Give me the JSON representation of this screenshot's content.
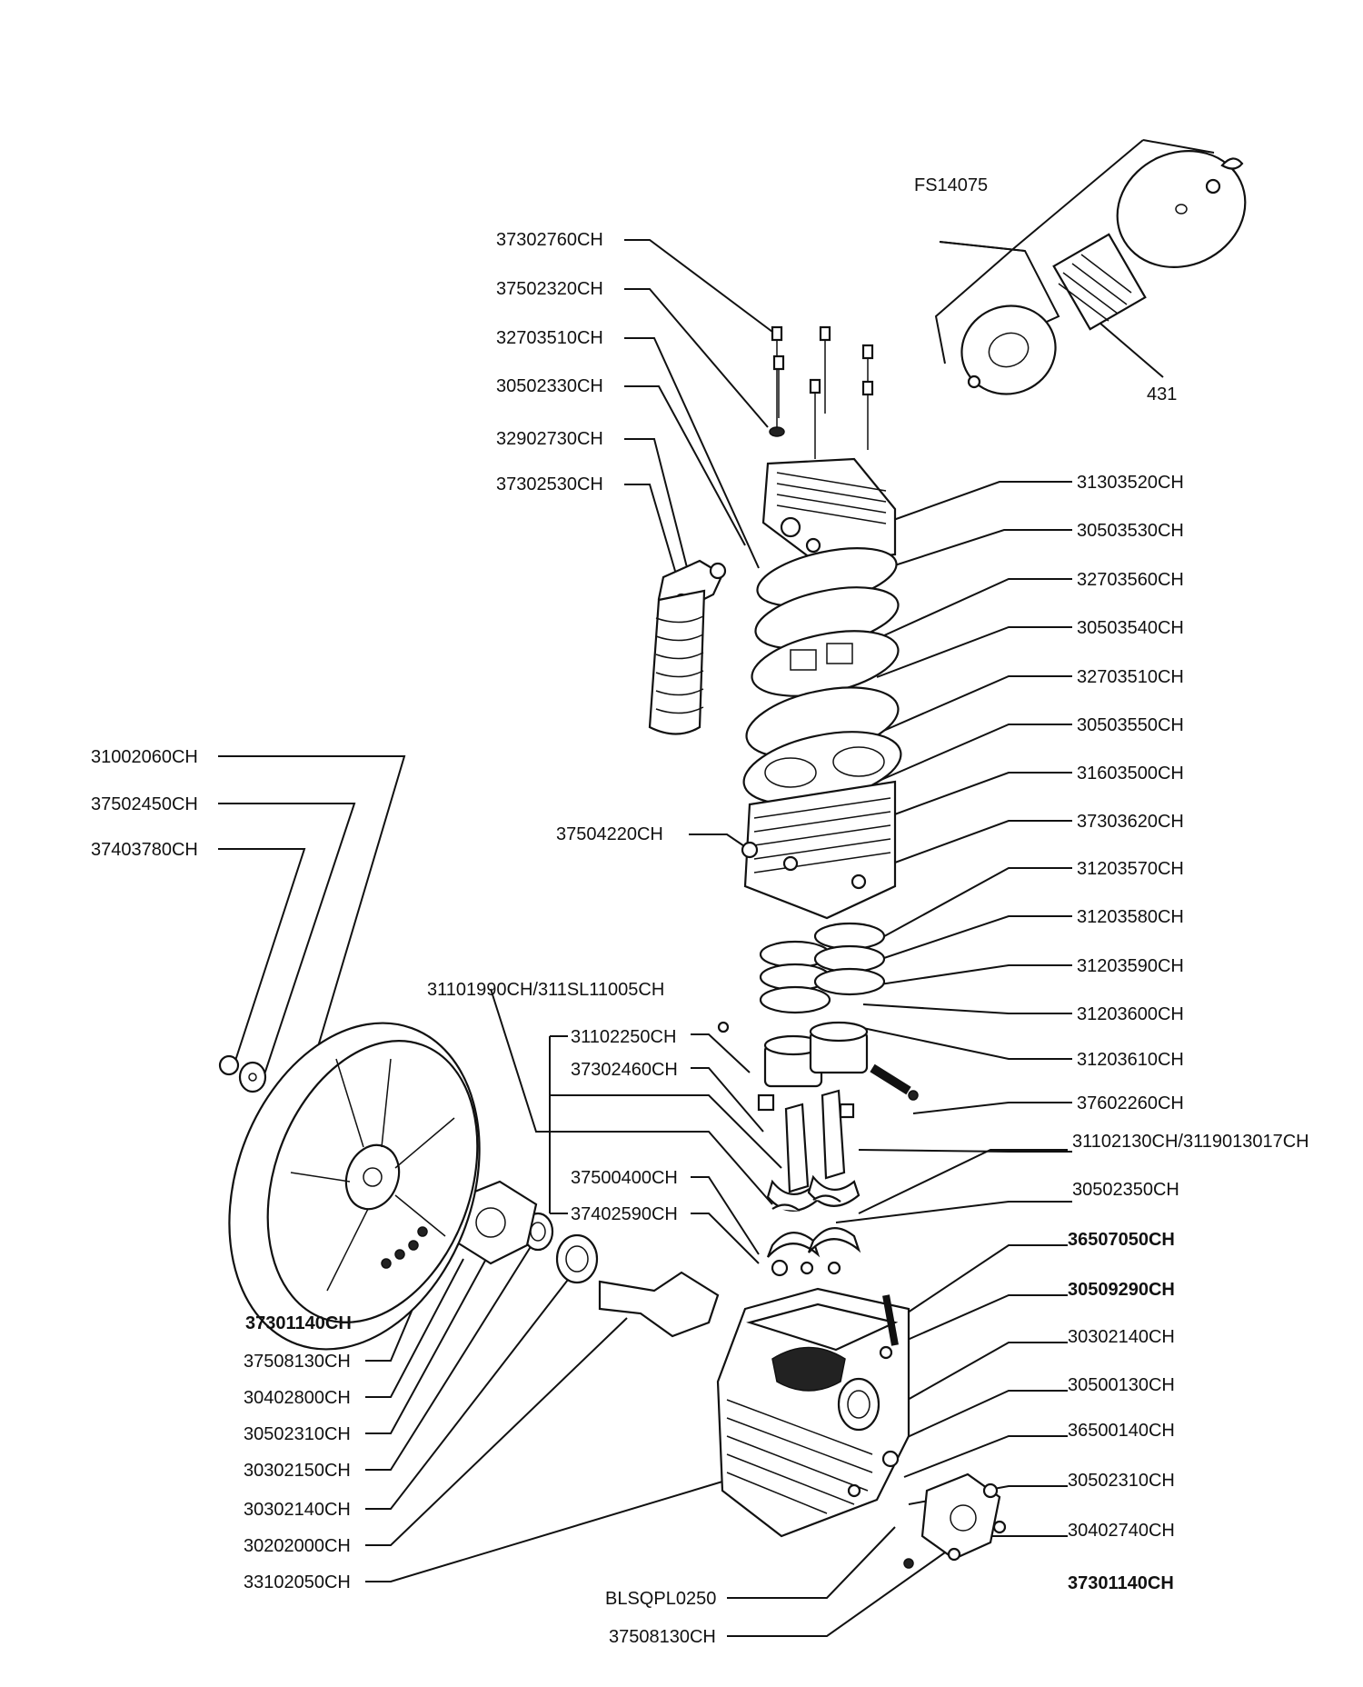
{
  "labels": {
    "fs14075": "FS14075",
    "p431": "431",
    "p37302760": "37302760CH",
    "p37502320": "37502320CH",
    "p32703510a": "32703510CH",
    "p30502330": "30502330CH",
    "p32902730": "32902730CH",
    "p37302530": "37302530CH",
    "p31303520": "31303520CH",
    "p30503530": "30503530CH",
    "p32703560": "32703560CH",
    "p30503540": "30503540CH",
    "p32703510b": "32703510CH",
    "p30503550": "30503550CH",
    "p31603500": "31603500CH",
    "p37303620": "37303620CH",
    "p37504220": "37504220CH",
    "p31203570": "31203570CH",
    "p31203580": "31203580CH",
    "p31203590": "31203590CH",
    "p31203600": "31203600CH",
    "p31203610": "31203610CH",
    "p37602260": "37602260CH",
    "p31101990": "31101990CH/311SL11005CH",
    "p31102250": "31102250CH",
    "p37302460": "37302460CH",
    "p37500400": "37500400CH",
    "p37402590": "37402590CH",
    "p31102130": "31102130CH/3119013017CH",
    "p30502350": "30502350CH",
    "p36507050": "36507050CH",
    "p30509290": "30509290CH",
    "p30302140a": "30302140CH",
    "p30500130": "30500130CH",
    "p36500140": "36500140CH",
    "p30502310b": "30502310CH",
    "p30402740": "30402740CH",
    "p37301140b": "37301140CH",
    "p31002060": "31002060CH",
    "p37502450": "37502450CH",
    "p37403780": "37403780CH",
    "p37301140a": "37301140CH",
    "p37508130a": "37508130CH",
    "p30402800": "30402800CH",
    "p30502310a": "30502310CH",
    "p30302150": "30302150CH",
    "p30302140b": "30302140CH",
    "p30202000": "30202000CH",
    "p33102050": "33102050CH",
    "pBLSQPL0250": "BLSQPL0250",
    "p37508130b": "37508130CH"
  }
}
